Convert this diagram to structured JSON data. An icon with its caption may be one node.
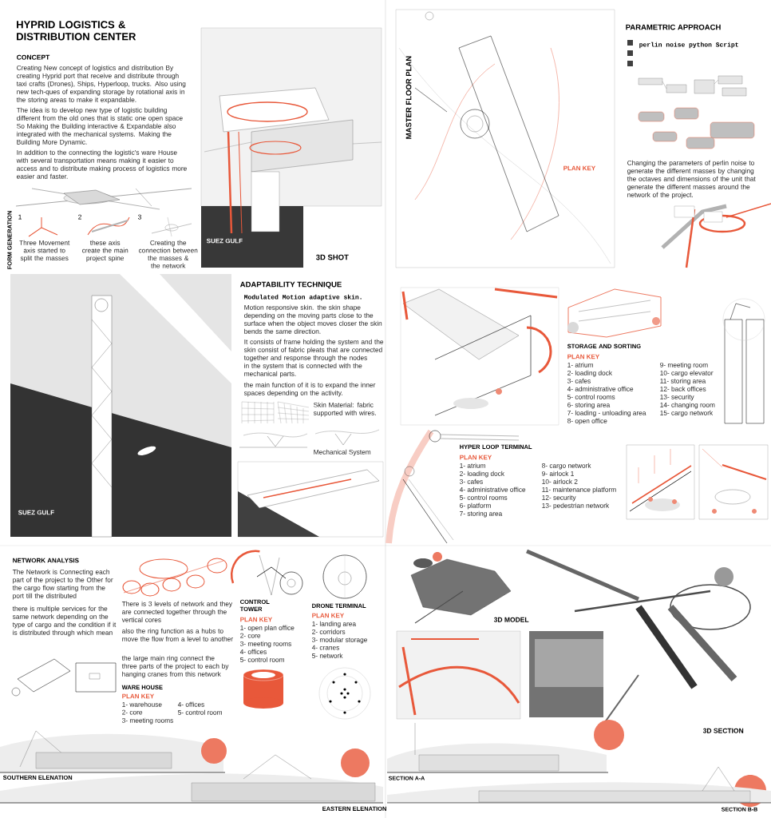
{
  "diagram": {
    "title": "HYPRID LOGISTICS & DISTRIBUTION CENTER",
    "labels": [
      "CONCEPT",
      "Creating New concept of logistics and distribution By creating Hyprid port that receive and distribute through taxi crafts (Drones), Ships, Hyperloop, trucks. Also using new tech-ques of expanding storage by rotational axis in the storing areas to make it expandable.",
      "The idea is to develop new type of logistic building different from the old ones that is static one open space So Making the Building interactive & Expandable also integrated with the mechanical systems. Making the Building More Dynamic.",
      "In addition to the connecting the logistic's ware House with several transportation means making it easier to access and to distribute making process of logistics more easier and faster.",
      "FORM GENERATION",
      "1",
      "2",
      "3",
      "Three Movement axis started to split the masses",
      "these axis create the main project spine",
      "Creating the connection between the masses & the network",
      "SUEZ GULF",
      "3D SHOT",
      "MASTER FLOOR PLAN",
      "PLAN KEY",
      "PARAMETRIC APPROACH",
      "perlin noise python Script",
      "Changing the parameters of perlin noise to generate the different masses by changing the octaves and dimensions of the unit that generate the different masses around the network of the project.",
      "ADAPTABILITY TECHNIQUE",
      "Modulated Motion adaptive skin.",
      "Motion responsive skin. the skin shape depending on the moving parts close to the surface when the object moves closer the skin bends the same direction.",
      "It consists of frame holding the system and the skin consist of fabric pleats that are connected together and response through the nodes in the system that is connected with the mechanical parts.",
      "the main function of it is to expand the inner spaces depending on the activity.",
      "Skin Material: fabric supported with wires.",
      "Mechanical System",
      "SUEZ GULF",
      "STORAGE AND SORTING",
      "PLAN KEY",
      "1- atrium",
      "2- loading dock",
      "3- cafes",
      "4- administrative office",
      "5- control rooms",
      "6- storing area",
      "7- loading - unloading area",
      "8- open office",
      "9- meeting room",
      "10- cargo elevator",
      "11- storing area",
      "12- back offices",
      "13- security",
      "14- changing room",
      "15- cargo network",
      "HYPER LOOP TERMINAL",
      "PLAN KEY",
      "1- atrium",
      "2- loading dock",
      "3- cafes",
      "4- administrative office",
      "5- control rooms",
      "6- platform",
      "7- storing area",
      "8- cargo network",
      "9- airlock 1",
      "10- airlock 2",
      "11- maintenance platform",
      "12- security",
      "13- pedestrian network",
      "NETWORK ANALYSIS",
      "The Network is Connecting each part of the project to the Other for the cargo flow starting from the port till the distributed",
      "there is multiple services for the same network depending on the type of cargo and the condition if it is distributed through which mean",
      "There is 3 levels of network and they are connected together through the vertical cores",
      "also the ring function as a hubs to move the flow from a level to another",
      "the large main ring connect the three parts of the project to each by hanging cranes from this network",
      "CONTROL TOWER",
      "PLAN KEY",
      "1- open plan office",
      "2- core",
      "3- meeting rooms",
      "4- offices",
      "5- control room",
      "DRONE TERMINAL",
      "PLAN KEY",
      "1- landing area",
      "2- corridors",
      "3- modular storage",
      "4- cranes",
      "5- network",
      "WARE HOUSE",
      "PLAN KEY",
      "1- warehouse",
      "2- core",
      "3- meeting rooms",
      "4- offices",
      "5- control room",
      "SOUTHERN ELENATION",
      "EASTERN ELENATION",
      "3D MODEL",
      "3D SECTION",
      "SECTION A-A",
      "SECTION B-B"
    ]
  }
}
